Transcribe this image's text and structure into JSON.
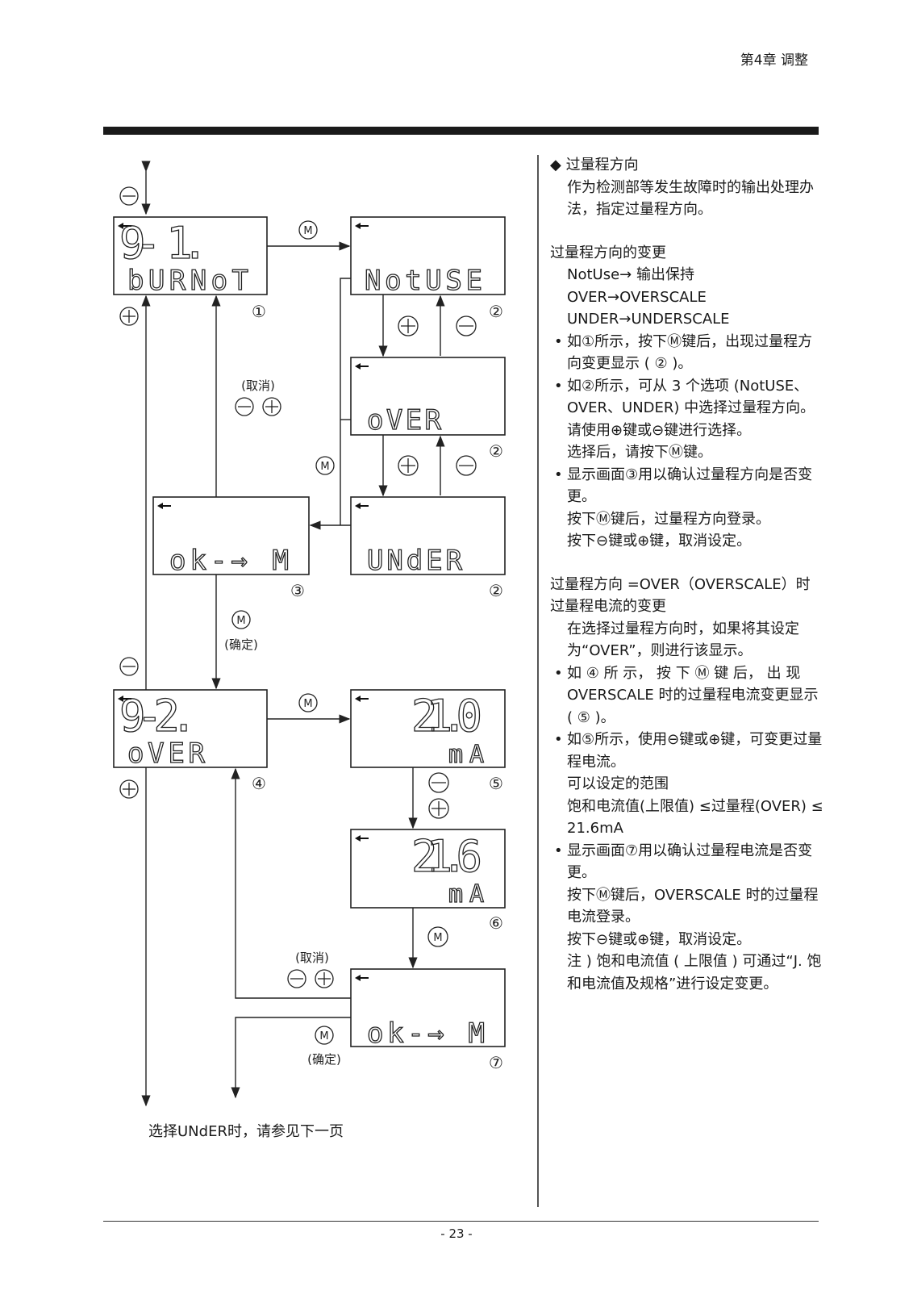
{
  "header": {
    "chapter": "第4章 调整"
  },
  "page_number": "- 23 -",
  "diagram": {
    "screens": {
      "s1": {
        "line1": "9- 1.",
        "line2": "bURNoT",
        "num": "①"
      },
      "s2a": {
        "line1": "",
        "line2": "NotUSE",
        "num": "②"
      },
      "s2b": {
        "line1": "",
        "line2": "oVER",
        "num": "②"
      },
      "s2c": {
        "line1": "",
        "line2": "UNdER",
        "num": "②"
      },
      "s3": {
        "line1": "",
        "line2": "ok-→ M",
        "num": "③"
      },
      "s4": {
        "line1": "9-2.",
        "line2": "oVER",
        "num": "④"
      },
      "s5": {
        "line1": "21.0",
        "line2": "mA",
        "num": "⑤"
      },
      "s6": {
        "line1": "21.6",
        "line2": "mA",
        "num": "⑥"
      },
      "s7": {
        "line1": "",
        "line2": "ok-→ M",
        "num": "⑦"
      }
    },
    "labels": {
      "cancel": "(取消)",
      "confirm": "(确定)",
      "m": "M",
      "bottom_note": "选择UNdER时，请参见下一页"
    }
  },
  "text": {
    "title": "◆ 过量程方向",
    "intro": "作为检测部等发生故障时的输出处理办法，指定过量程方向。",
    "s1_head": "过量程方向的变更",
    "s1_l1": "NotUse→ 输出保持",
    "s1_l2": "OVER→OVERSCALE",
    "s1_l3": "UNDER→UNDERSCALE",
    "b1": "如①所示，按下Ⓜ键后，出现过量程方向变更显示 ( ② )。",
    "b2": "如②所示，可从 3 个选项 (NotUSE、OVER、UNDER) 中选择过量程方向。",
    "b2_l2": "请使用⊕键或⊖键进行选择。",
    "b2_l3": "选择后，请按下Ⓜ键。",
    "b3": "显示画面③用以确认过量程方向是否变更。",
    "b3_l2": "按下Ⓜ键后，过量程方向登录。",
    "b3_l3": "按下⊖键或⊕键，取消设定。",
    "s2_head": "过量程方向 =OVER（OVERSCALE）时过量程电流的变更",
    "s2_intro": "在选择过量程方向时，如果将其设定为“OVER”，则进行该显示。",
    "b4": "如 ④ 所 示， 按 下 Ⓜ 键 后， 出 现 OVERSCALE 时的过量程电流变更显示 ( ⑤ )。",
    "b5": "如⑤所示，使用⊖键或⊕键，可变更过量程电流。",
    "b5_l2": "可以设定的范围",
    "b5_l3": "饱和电流值(上限值) ≤过量程(OVER) ≤ 21.6mA",
    "b6": "显示画面⑦用以确认过量程电流是否变更。",
    "b6_l2": "按下Ⓜ键后，OVERSCALE 时的过量程电流登录。",
    "b6_l3": "按下⊖键或⊕键，取消设定。",
    "note": "注 ) 饱和电流值 ( 上限值 ) 可通过“J. 饱和电流值及规格”进行设定变更。"
  }
}
